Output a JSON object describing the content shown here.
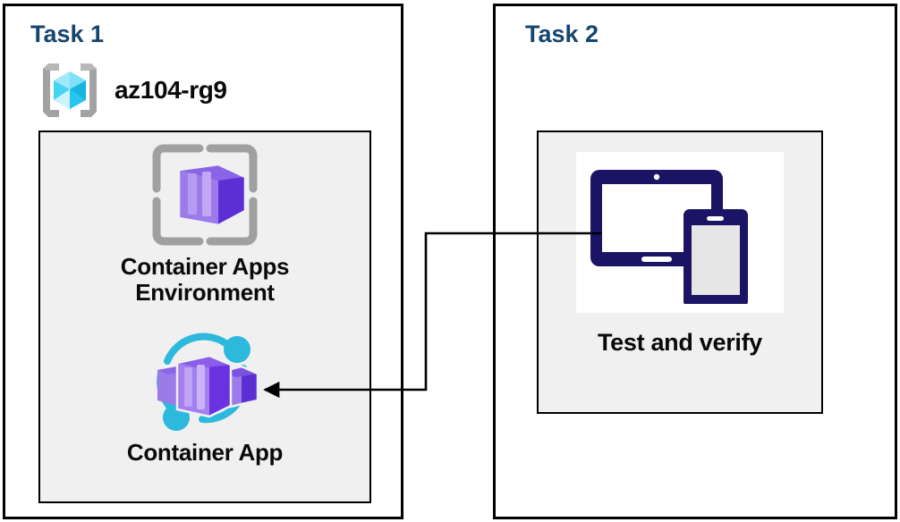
{
  "diagram": {
    "title": "Azure Container Apps task diagram",
    "background": "#ffffff",
    "colors": {
      "task_label": "#16456d",
      "panel_border": "#000000",
      "inner_fill": "#f0f0f0",
      "text": "#0a0a0a",
      "resource_group_cube": "#37c6f0",
      "container_purple": "#8661e0",
      "container_purple_dark": "#5c2fd4",
      "bracket_gray": "#a0a0a0",
      "ring_cyan": "#2cb9dc",
      "device_navy": "#1b1464",
      "connector": "#000000"
    }
  },
  "task1": {
    "label": "Task 1",
    "resource_group": {
      "icon": "resource-group-icon",
      "name": "az104-rg9"
    },
    "resources": [
      {
        "icon": "container-apps-environment-icon",
        "label_line1": "Container Apps",
        "label_line2": "Environment"
      },
      {
        "icon": "container-app-icon",
        "label_line1": "Container App",
        "label_line2": ""
      }
    ]
  },
  "task2": {
    "label": "Task 2",
    "tile": {
      "icon": "test-and-verify-devices-icon",
      "label": "Test and verify"
    }
  },
  "connector": {
    "name": "test-to-container-app-arrow",
    "from": "Test and verify",
    "to": "Container App",
    "direction": "right-to-left",
    "arrowhead": "left"
  }
}
